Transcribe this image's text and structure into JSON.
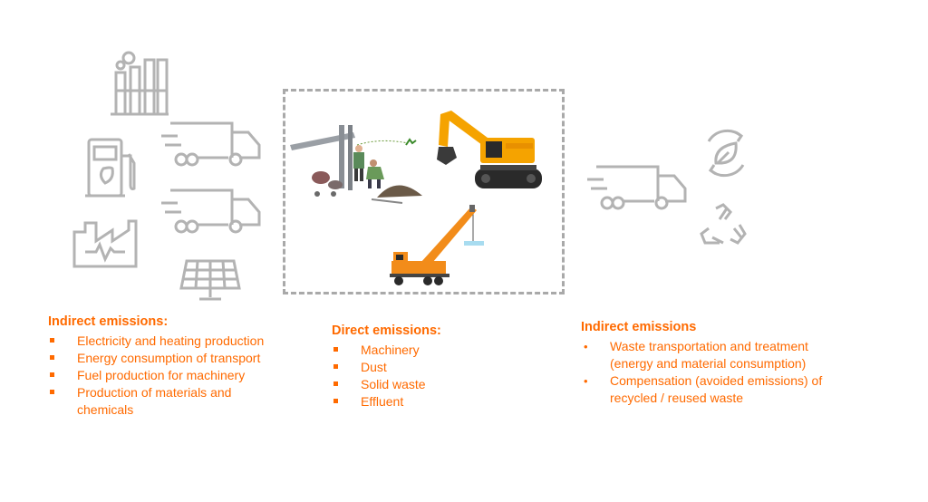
{
  "left_section": {
    "heading": "Indirect emissions:",
    "items": [
      "Electricity and heating production",
      "Energy consumption of transport",
      "Fuel production for machinery",
      "Production of materials and chemicals"
    ],
    "icons": [
      "factory-chimney-icon",
      "fuel-pump-icon",
      "truck-icon",
      "truck-icon",
      "power-plant-icon",
      "solar-panel-icon"
    ]
  },
  "center_section": {
    "heading": "Direct emissions:",
    "items": [
      "Machinery",
      "Dust",
      "Solid waste",
      "Effluent"
    ],
    "images": [
      "construction-workers-image",
      "excavator-image",
      "crane-truck-image"
    ]
  },
  "right_section": {
    "heading": "Indirect emissions",
    "items": [
      "Waste transportation and treatment (energy and material consumption)",
      "Compensation (avoided emissions) of recycled / reused waste"
    ],
    "icons": [
      "truck-icon",
      "leaf-cycle-icon",
      "recycle-icon"
    ]
  },
  "colors": {
    "accent": "#ff6a00",
    "icon_gray": "#b3b3b3",
    "dashed_border": "#a9a9a9",
    "excavator_yellow": "#f5a300",
    "crane_orange": "#f28c1a"
  }
}
